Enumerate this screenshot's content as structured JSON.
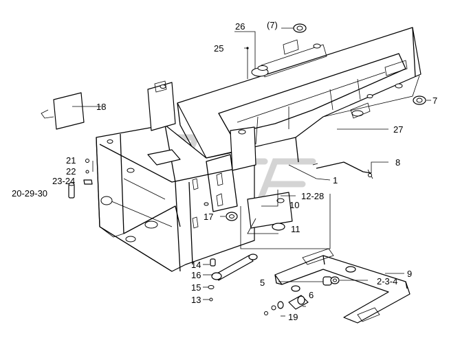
{
  "drawing": {
    "callouts": [
      {
        "id": "c26",
        "text": "26"
      },
      {
        "id": "c7a",
        "text": "(7)"
      },
      {
        "id": "c25",
        "text": "25"
      },
      {
        "id": "c18",
        "text": "18"
      },
      {
        "id": "c7b",
        "text": "7"
      },
      {
        "id": "c27",
        "text": "27"
      },
      {
        "id": "c8",
        "text": "8"
      },
      {
        "id": "c21",
        "text": "21"
      },
      {
        "id": "c22",
        "text": "22"
      },
      {
        "id": "c1",
        "text": "1"
      },
      {
        "id": "c2324",
        "text": "23-24"
      },
      {
        "id": "c202930",
        "text": "20-29-30"
      },
      {
        "id": "c1228",
        "text": "12-28"
      },
      {
        "id": "c10",
        "text": "10"
      },
      {
        "id": "c17",
        "text": "17"
      },
      {
        "id": "c11",
        "text": "11"
      },
      {
        "id": "c14",
        "text": "14"
      },
      {
        "id": "c9",
        "text": "9"
      },
      {
        "id": "c16",
        "text": "16"
      },
      {
        "id": "c5",
        "text": "5"
      },
      {
        "id": "c234",
        "text": "2-3-4"
      },
      {
        "id": "c15",
        "text": "15"
      },
      {
        "id": "c13",
        "text": "13"
      },
      {
        "id": "c6",
        "text": "6"
      },
      {
        "id": "c19",
        "text": "19"
      }
    ]
  }
}
